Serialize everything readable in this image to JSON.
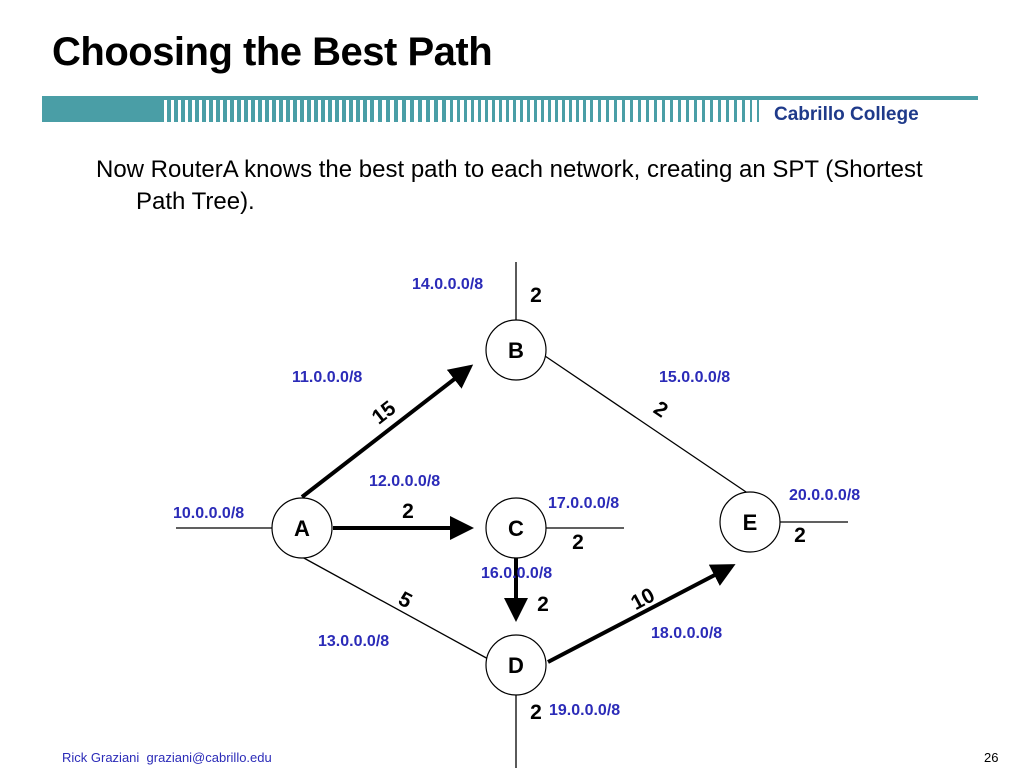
{
  "slide": {
    "title": "Choosing the Best Path",
    "brand": "Cabrillo College",
    "body_text": "Now RouterA knows the best path to each network, creating an SPT (Shortest Path Tree).",
    "footer_author": "Rick Graziani",
    "footer_email": "graziani@cabrillo.edu",
    "page_number": "26"
  },
  "colors": {
    "network_label": "#2b2bb8",
    "banner": "#4a9ea6",
    "brand": "#1f3a8a"
  },
  "diagram": {
    "nodes": {
      "a": "A",
      "b": "B",
      "c": "C",
      "d": "D",
      "e": "E"
    },
    "link_costs": {
      "a_b": "15",
      "a_c": "2",
      "a_d": "5",
      "b_e": "2",
      "c_d": "2",
      "d_e": "10"
    },
    "stub_costs": {
      "b": "2",
      "c": "2",
      "d": "2",
      "e": "2"
    },
    "networks": {
      "n10": "10.0.0.0/8",
      "n11": "11.0.0.0/8",
      "n12": "12.0.0.0/8",
      "n13": "13.0.0.0/8",
      "n14": "14.0.0.0/8",
      "n15": "15.0.0.0/8",
      "n16": "16.0.0.0/8",
      "n17": "17.0.0.0/8",
      "n18": "18.0.0.0/8",
      "n19": "19.0.0.0/8",
      "n20": "20.0.0.0/8"
    }
  }
}
